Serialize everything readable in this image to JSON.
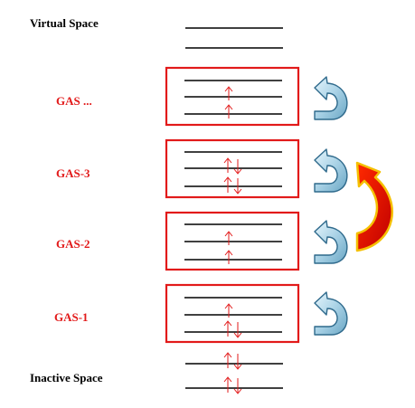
{
  "labels": {
    "virtual_space": "Virtual Space",
    "gas_more": "GAS ...",
    "gas3": "GAS-3",
    "gas2": "GAS-2",
    "gas1": "GAS-1",
    "inactive_space": "Inactive Space"
  },
  "colors": {
    "box_border": "#e21a1a",
    "gas_label": "#e21a1a",
    "electron": "#e21a1a",
    "level_line": "#000000",
    "curved_arrow_fill": "#a9d2e6",
    "curved_arrow_stroke": "#2f6a8c",
    "big_arrow_fill": "#e10000",
    "big_arrow_stroke": "#f5c000"
  },
  "icons": {
    "small_arrow": "curved-arrow-icon",
    "big_arrow": "red-curved-arrow-icon"
  }
}
